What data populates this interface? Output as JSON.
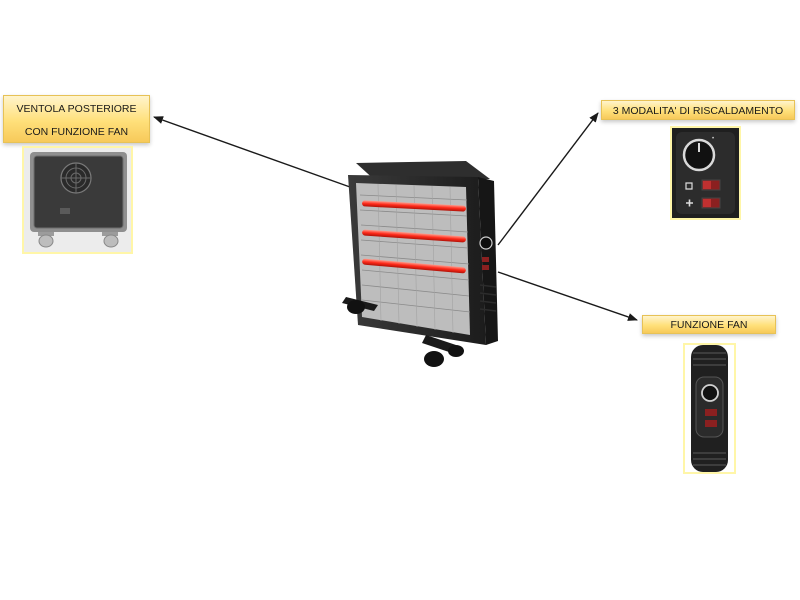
{
  "labels": {
    "rear_fan": {
      "line1": "VENTOLA POSTERIORE",
      "line2": "CON FUNZIONE FAN"
    },
    "heating_modes": "3 MODALITA' DI RISCALDAMENTO",
    "fan_function": "FUNZIONE FAN"
  },
  "colors": {
    "label_gradient_top": "#fff4cc",
    "label_gradient_bottom": "#f7c95a",
    "photo_frame_border": "#fff6a8",
    "heater_body": "#2a2a2a",
    "heating_element": "#ff2a1a",
    "arrow": "#1a1a1a"
  }
}
